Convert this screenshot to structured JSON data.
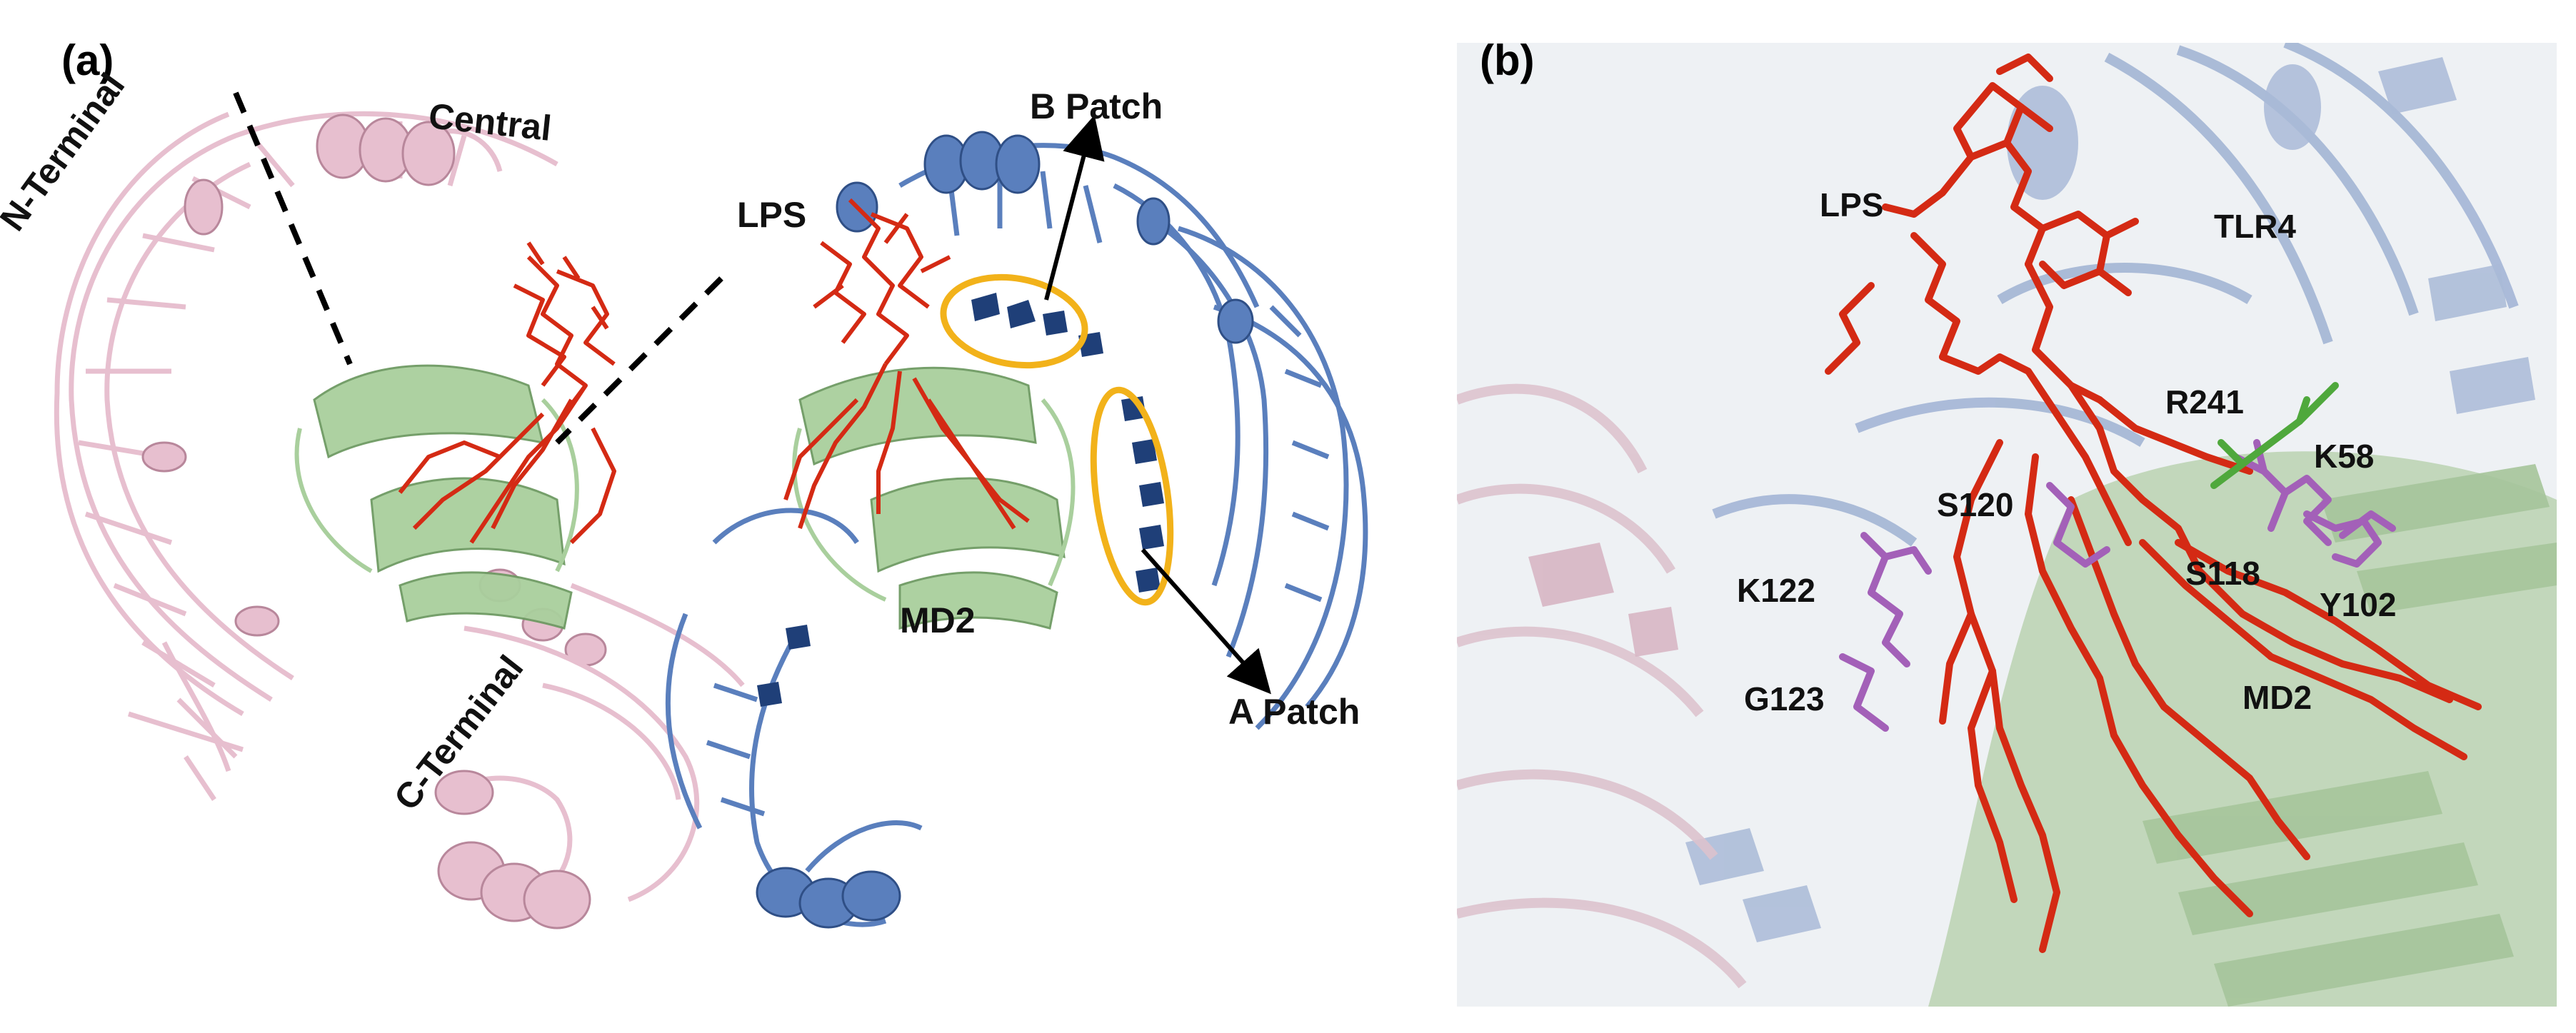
{
  "panels": [
    {
      "label": "(a)",
      "annotations": {
        "n_terminal": "N-Terminal",
        "central": "Central",
        "c_terminal": "C-Terminal",
        "lps": "LPS",
        "md2": "MD2",
        "b_patch": "B Patch",
        "a_patch": "A Patch"
      }
    },
    {
      "label": "(b)",
      "annotations": {
        "lps": "LPS",
        "tlr4": "TLR4",
        "md2": "MD2",
        "residues": [
          "R241",
          "K58",
          "S120",
          "S118",
          "K122",
          "Y102",
          "G123"
        ]
      }
    }
  ],
  "colors": {
    "tlr4_pink": "#e7bfcf",
    "tlr4_blue": "#5a7fbd",
    "tlr4_blue_dark": "#1f3f78",
    "md2_green": "#a9cf9d",
    "lps_red": "#d42a14",
    "residue_purple": "#a360b8",
    "residue_green": "#4fa83c",
    "patch_ring": "#f2b21a"
  }
}
